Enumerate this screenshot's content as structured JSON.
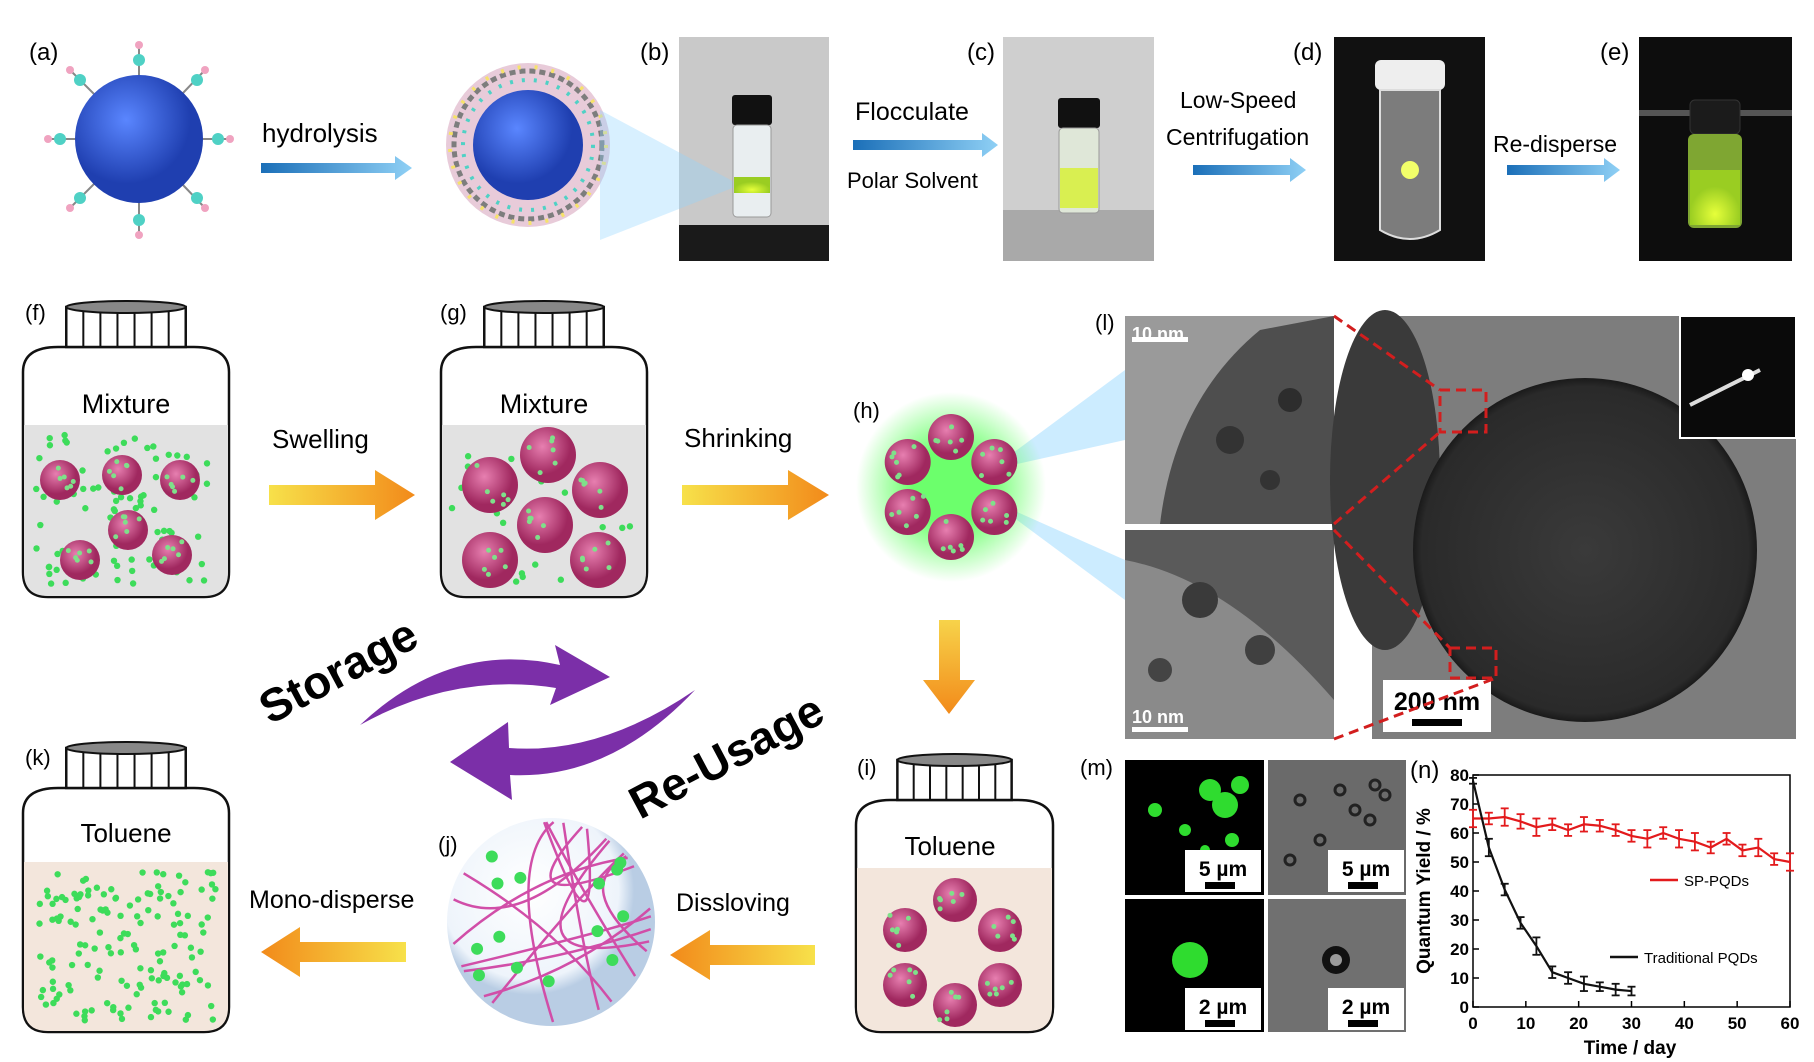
{
  "panel_labels": {
    "a": "(a)",
    "b": "(b)",
    "c": "(c)",
    "d": "(d)",
    "e": "(e)",
    "f": "(f)",
    "g": "(g)",
    "h": "(h)",
    "i": "(i)",
    "j": "(j)",
    "k": "(k)",
    "l": "(l)",
    "m": "(m)",
    "n": "(n)"
  },
  "top_row": {
    "hydrolysis": "hydrolysis",
    "flocculate": "Flocculate",
    "polar_solvent": "Polar Solvent",
    "low_speed": "Low-Speed",
    "centrifugation": "Centrifugation",
    "redisperse": "Re-disperse"
  },
  "process": {
    "jar_f": "Mixture",
    "jar_g": "Mixture",
    "jar_i": "Toluene",
    "jar_k": "Toluene",
    "swelling": "Swelling",
    "shrinking": "Shrinking",
    "storage": "Storage",
    "reusage": "Re-Usage",
    "monodisperse": "Mono-disperse",
    "dissloving": "Dissloving"
  },
  "tem": {
    "scale_top": "10 nm",
    "scale_bottom": "10 nm",
    "scale_large": "200 nm"
  },
  "microscopy": {
    "scale_1": "5 µm",
    "scale_2": "5 µm",
    "scale_3": "2 µm",
    "scale_4": "2 µm"
  },
  "colors": {
    "red_series": "#e31a1c",
    "black_series": "#111111",
    "arrow_blue": "#3a9ad9",
    "arrow_orange": "#f39a1e",
    "arrow_purple": "#7b2fa8",
    "green_qd": "#3ddc5a",
    "pink_sphere": "#c2407f"
  },
  "chart_data": {
    "type": "line",
    "title": "",
    "xlabel": "Time / day",
    "ylabel": "Quantum Yield / %",
    "xlim": [
      0,
      60
    ],
    "ylim": [
      0,
      80
    ],
    "xticks": [
      "0",
      "10",
      "20",
      "30",
      "40",
      "50",
      "60"
    ],
    "yticks": [
      "0",
      "10",
      "20",
      "30",
      "40",
      "50",
      "60",
      "70",
      "80"
    ],
    "grid": false,
    "legend_placement": "right-middle",
    "series": [
      {
        "name": "SP-PQDs",
        "color": "#e31a1c",
        "x": [
          0,
          3,
          6,
          9,
          12,
          15,
          18,
          21,
          24,
          27,
          30,
          33,
          36,
          39,
          42,
          45,
          48,
          51,
          54,
          57,
          60
        ],
        "y": [
          65,
          65,
          65.5,
          64,
          62,
          63,
          61,
          63,
          62.5,
          61,
          59,
          58,
          60,
          58,
          57,
          55,
          58,
          54,
          55,
          51,
          50
        ],
        "err": [
          3,
          2,
          3,
          2.5,
          3,
          2,
          2,
          2.5,
          2,
          2,
          2,
          3,
          2,
          3,
          3,
          2,
          2,
          2,
          3,
          2,
          3
        ]
      },
      {
        "name": "Traditional PQDs",
        "color": "#111111",
        "x": [
          0,
          3,
          6,
          9,
          12,
          15,
          18,
          21,
          24,
          27,
          30
        ],
        "y": [
          78,
          55,
          40.5,
          29,
          21,
          12,
          10,
          8,
          7,
          6,
          5.5
        ],
        "err": [
          1,
          3,
          2,
          2,
          3,
          2,
          2,
          2.5,
          1.5,
          2,
          1.5
        ]
      }
    ]
  }
}
